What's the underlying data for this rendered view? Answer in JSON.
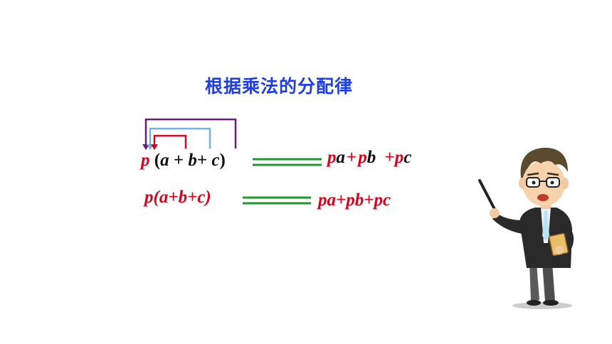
{
  "title": "根据乘法的分配律",
  "row1": {
    "p": "p",
    "open": "(",
    "a": "a",
    "plus1": "+",
    "b": "b",
    "plus2": "+",
    "c": "c",
    "close": ")",
    "rhs_pa_p": "p",
    "rhs_pa_a": "a",
    "rhs_plus1": "+",
    "rhs_pb_p": "p",
    "rhs_pb_b": "b",
    "rhs_plus2": "+",
    "rhs_pc_p": "p",
    "rhs_pc_c": "c"
  },
  "row2": {
    "lhs": "p(a+b+c)",
    "rhs": "pa+pb+pc"
  },
  "colors": {
    "title": "#1e3df0",
    "red": "#e0001a",
    "green": "#1e9a2c",
    "arrow_outer": "#6a1b7a",
    "arrow_middle": "#6fb3e0",
    "arrow_inner": "#e0001a"
  },
  "icons": [
    "distribution-arrows-icon",
    "teacher-illustration"
  ]
}
